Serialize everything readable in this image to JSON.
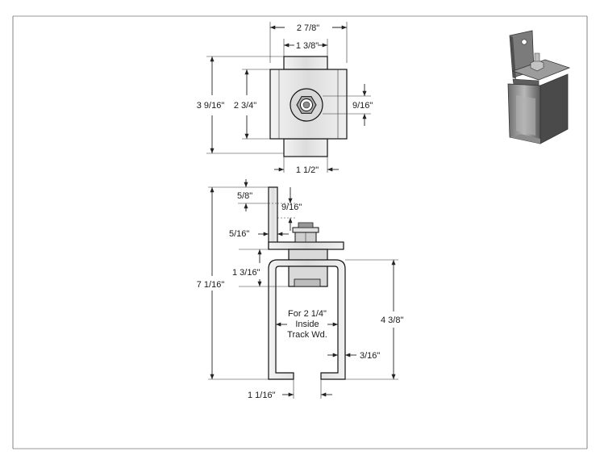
{
  "drawing": {
    "top_view": {
      "width_overall": "2 7/8\"",
      "width_top_tab": "1 3/8\"",
      "height_overall": "3 9/16\"",
      "height_body": "2 3/4\"",
      "bolt_size": "9/16\"",
      "width_bottom_tab": "1 1/2\""
    },
    "side_view": {
      "tab_top": "5/8\"",
      "hole_offset": "9/16\"",
      "plate_thickness": "5/16\"",
      "carriage_height": "1 3/16\"",
      "overall_height": "7 1/16\"",
      "track_height": "4 3/8\"",
      "track_note_line1": "For 2 1/4\"",
      "track_note_line2": "Inside",
      "track_note_line3": "Track Wd.",
      "wall_thickness": "3/16\"",
      "slot_opening": "1 1/16\""
    },
    "thumbnail_icon": "bracket-photo-icon",
    "colors": {
      "line": "#222222",
      "fill_light": "#e6e6e6",
      "fill_mid": "#c9c9c9",
      "fill_dark": "#9a9a9a"
    }
  }
}
